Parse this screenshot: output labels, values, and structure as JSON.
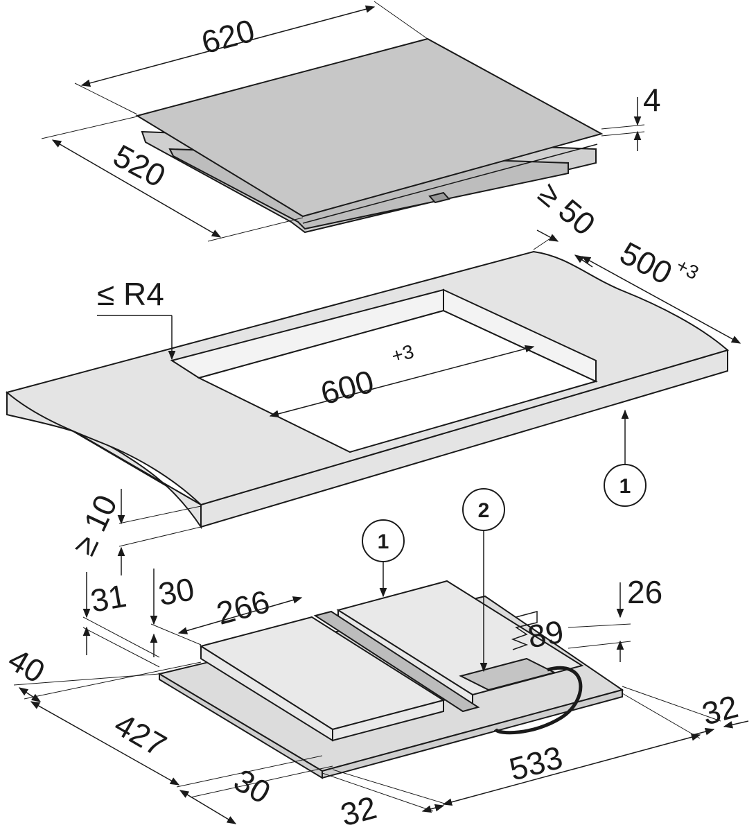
{
  "colors": {
    "hob_top": "#c7c7c7",
    "worktop": "#e4e4e4",
    "box": "#e9e9e9",
    "lines": "#1a1a1a"
  },
  "top_hob": {
    "width": "620",
    "depth": "520",
    "thickness": "4"
  },
  "worktop": {
    "radius": "≤ R4",
    "cutout_width": "600",
    "cutout_width_tol": "+3",
    "cutout_depth": "500",
    "cutout_depth_tol": "+3",
    "min_back_distance": "≥ 50",
    "min_thickness": "≥ 10",
    "callout_1": "1"
  },
  "underside": {
    "callout_1": "1",
    "callout_2": "2",
    "dim_31": "31",
    "dim_30_top": "30",
    "dim_266": "266",
    "dim_26": "26",
    "dim_89": "89",
    "dim_40": "40",
    "dim_427": "427",
    "dim_30_bottom": "30",
    "dim_32_bottom": "32",
    "dim_533": "533",
    "dim_32_right": "32"
  }
}
